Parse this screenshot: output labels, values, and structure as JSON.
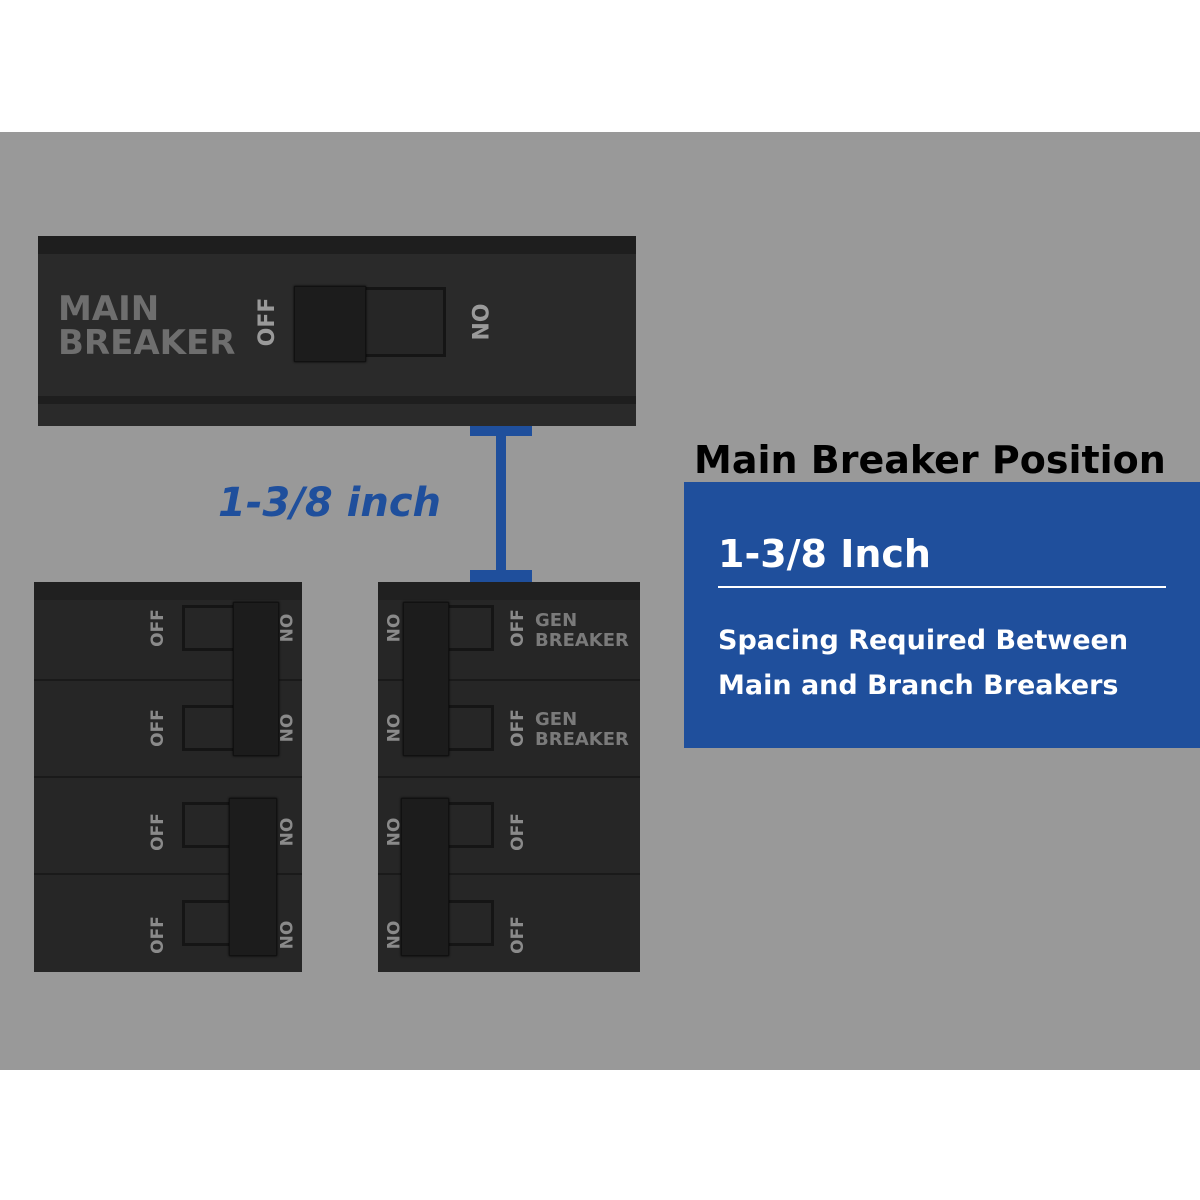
{
  "main_breaker": {
    "label_line1": "MAIN",
    "label_line2": "BREAKER",
    "off_label": "OFF",
    "on_label": "ON"
  },
  "dimension": {
    "label": "1-3/8 inch",
    "color": "#1f4f9c"
  },
  "left_panel": {
    "rows": [
      {
        "off": "OFF",
        "on": "ON"
      },
      {
        "off": "OFF",
        "on": "ON"
      },
      {
        "off": "OFF",
        "on": "ON"
      },
      {
        "off": "OFF",
        "on": "ON"
      }
    ]
  },
  "right_panel": {
    "rows": [
      {
        "on": "ON",
        "off": "OFF",
        "label_line1": "GEN",
        "label_line2": "BREAKER"
      },
      {
        "on": "ON",
        "off": "OFF",
        "label_line1": "GEN",
        "label_line2": "BREAKER"
      },
      {
        "on": "ON",
        "off": "OFF"
      },
      {
        "on": "ON",
        "off": "OFF"
      }
    ]
  },
  "info": {
    "heading": "Main Breaker Position",
    "measurement": "1-3/8 Inch",
    "description": "Spacing Required Between Main and Branch Breakers",
    "box_color": "#1f4f9c"
  }
}
